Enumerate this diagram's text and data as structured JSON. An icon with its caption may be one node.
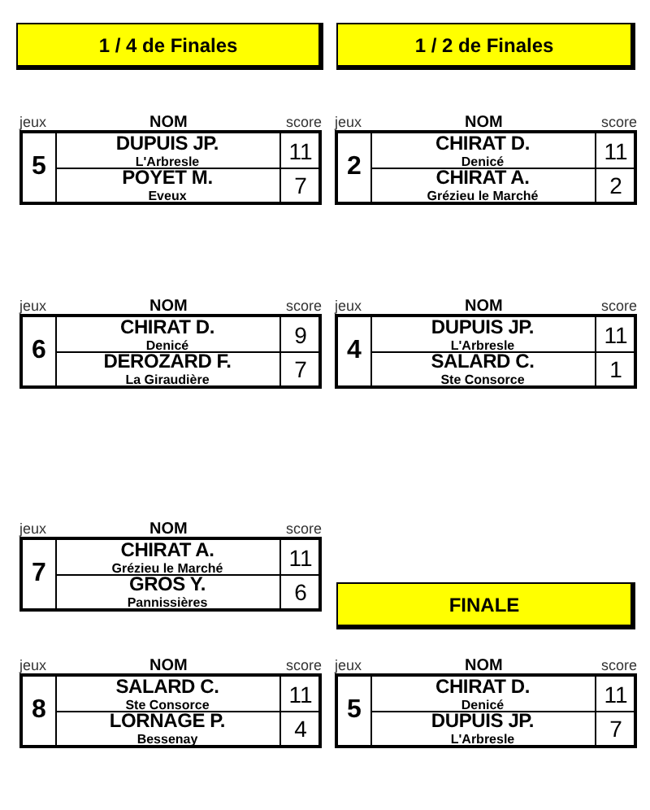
{
  "diagram": {
    "nodes": [
      {
        "text": [
          "1 / 4 de Finales"
        ]
      },
      {
        "text": [
          "1 / 2 de Finales"
        ]
      },
      {
        "text": [
          "jeux",
          "NOM",
          "score",
          "5",
          "DUPUIS JP.",
          "L'Arbresle",
          "11",
          "POYET M.",
          "Eveux",
          "7"
        ]
      },
      {
        "text": [
          "jeux",
          "NOM",
          "score",
          "2",
          "CHIRAT D.",
          "Denicé",
          "11",
          "CHIRAT A.",
          "Grézieu le Marché",
          "2"
        ]
      },
      {
        "text": [
          "jeux",
          "NOM",
          "score",
          "6",
          "CHIRAT D.",
          "Denicé",
          "9",
          "DEROZARD F.",
          "La Giraudière",
          "7"
        ]
      },
      {
        "text": [
          "jeux",
          "NOM",
          "score",
          "4",
          "DUPUIS JP.",
          "L'Arbresle",
          "11",
          "SALARD C.",
          "Ste Consorce",
          "1"
        ]
      },
      {
        "text": [
          "jeux",
          "NOM",
          "score",
          "7",
          "CHIRAT A.",
          "Grézieu le Marché",
          "11",
          "GROS Y.",
          "Pannissières",
          "6"
        ]
      },
      {
        "text": [
          "FINALE"
        ]
      },
      {
        "text": [
          "jeux",
          "NOM",
          "score",
          "8",
          "SALARD C.",
          "Ste Consorce",
          "11",
          "LORNAGE P.",
          "Bessenay",
          "4"
        ]
      },
      {
        "text": [
          "jeux",
          "NOM",
          "score",
          "5",
          "CHIRAT D.",
          "Denicé",
          "11",
          "DUPUIS JP.",
          "L'Arbresle",
          "7"
        ]
      }
    ]
  }
}
